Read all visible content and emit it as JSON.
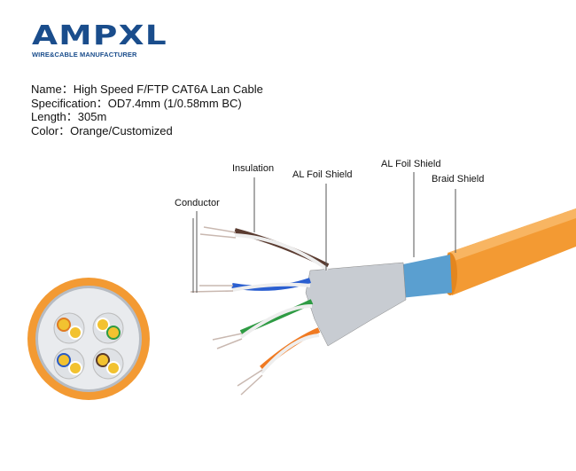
{
  "logo": {
    "brand": "AMPXL",
    "tagline": "WIRE&CABLE MANUFACTURER"
  },
  "specs": [
    {
      "label": "Name",
      "sep": "：",
      "value": "High Speed F/FTP CAT6A Lan Cable"
    },
    {
      "label": "Specification",
      "sep": "：",
      "value": "OD7.4mm (1/0.58mm BC)"
    },
    {
      "label": "Length",
      "sep": "：",
      "value": "305m"
    },
    {
      "label": "Color",
      "sep": "：",
      "value": "Orange/Customized"
    }
  ],
  "callouts": {
    "insulation": "Insulation",
    "al_foil_pair": "AL Foil Shield",
    "al_foil_overall": "AL Foil Shield",
    "braid": "Braid Shield",
    "conductor": "Conductor"
  },
  "colors": {
    "brand": "#1a4d8c",
    "jacket": "#f39a33",
    "foil": "#c8ccd2",
    "braid": "#5a9fd0"
  }
}
